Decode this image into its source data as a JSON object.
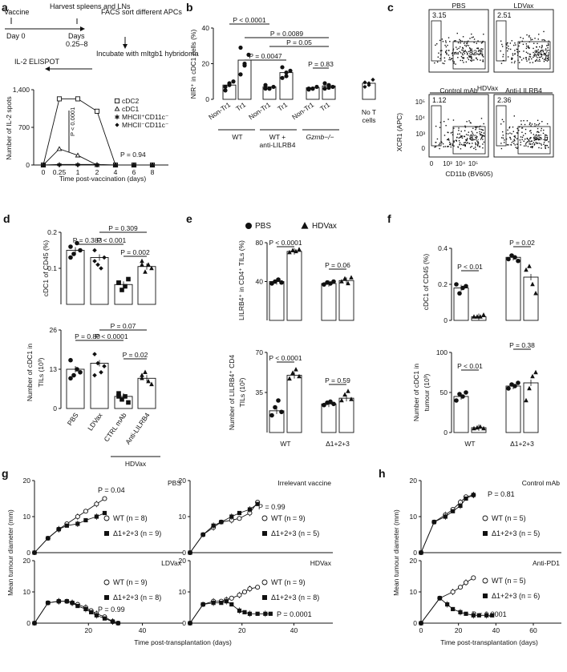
{
  "panels": {
    "a": {
      "label": "a",
      "schema": {
        "vaccine": "Vaccine",
        "day0": "Day 0",
        "harvest": "Harvest spleens and LNs",
        "days": "Days",
        "days_range": "0.25–8",
        "facs": "FACS sort different APCs",
        "incubate": "Incubate with mItgb1 hybridoma",
        "elispot": "IL-2 ELISPOT"
      },
      "pval1": "P < 0.0001",
      "pval2": "P = 0.94"
    },
    "b": {
      "label": "b",
      "pvals": [
        "P < 0.0001",
        "P = 0.0089",
        "P = 0.0047",
        "P = 0.05",
        "P = 0.83"
      ],
      "groups": [
        "WT",
        "WT + anti-LILRB4",
        "Gzmb−/−"
      ],
      "no_t": "No T cells"
    },
    "c": {
      "label": "c",
      "hdvax": "HDVax",
      "ylabel": "XCR1 (APC)",
      "xlabel": "CD11b (BV605)",
      "plots": [
        {
          "title": "PBS",
          "gate_val": "3.15",
          "other_val": "83.4"
        },
        {
          "title": "LDVax",
          "gate_val": "2.51",
          "other_val": "84.7"
        },
        {
          "title": "Control mAb",
          "gate_val": "1.12",
          "other_val": "83.7"
        },
        {
          "title": "Anti-LILRB4",
          "gate_val": "2.36",
          "other_val": "85.6"
        }
      ],
      "yticks": [
        "10⁵",
        "10⁴",
        "10³",
        "0"
      ],
      "xticks": [
        "0",
        "10³",
        "10⁴",
        "10⁵"
      ]
    },
    "d": {
      "label": "d",
      "pvals_top": [
        "P = 0.309",
        "P = 0.383",
        "P < 0.001",
        "P = 0.002"
      ],
      "pvals_bottom": [
        "P = 0.07",
        "P = 0.80",
        "P < 0.0001",
        "P = 0.02"
      ],
      "hdvax": "HDVax"
    },
    "e": {
      "label": "e",
      "legend": [
        "PBS",
        "HDVax"
      ],
      "pvals": [
        "P < 0.0001",
        "P = 0.06",
        "P < 0.0001",
        "P = 0.59"
      ]
    },
    "f": {
      "label": "f",
      "pvals": [
        "P < 0.01",
        "P = 0.02",
        "P < 0.01",
        "P = 0.38"
      ]
    },
    "g": {
      "label": "g",
      "xlabel": "Time post-transplantation (days)",
      "ylabel": "Mean tumour diameter (mm)"
    },
    "h": {
      "label": "h",
      "xlabel": "Time post-transplantation (days)",
      "ylabel": "Mean tumour diameter (mm)"
    }
  },
  "chart_data": [
    {
      "panel": "a",
      "type": "line",
      "xlabel": "Time post-vaccination (days)",
      "ylabel": "Number of IL-2 spots",
      "x": [
        0,
        0.25,
        1,
        2,
        4,
        6,
        8
      ],
      "xticks": [
        "0",
        "0.25",
        "1",
        "2",
        "4",
        "6",
        "8"
      ],
      "ylim": [
        0,
        1400
      ],
      "yticks": [
        0,
        700,
        1400
      ],
      "series": [
        {
          "name": "cDC2",
          "marker": "square-open",
          "values": [
            0,
            1230,
            1230,
            1000,
            0,
            0,
            0
          ]
        },
        {
          "name": "cDC1",
          "marker": "triangle-open",
          "values": [
            0,
            300,
            180,
            0,
            0,
            0,
            0
          ]
        },
        {
          "name": "MHCII⁺CD11c⁻",
          "marker": "star",
          "values": [
            0,
            10,
            10,
            10,
            0,
            0,
            0
          ]
        },
        {
          "name": "MHCII⁻CD11c⁻",
          "marker": "diamond",
          "values": [
            0,
            0,
            0,
            0,
            0,
            0,
            0
          ]
        }
      ]
    },
    {
      "panel": "b",
      "type": "bar",
      "ylabel": "NIR⁺ in cDC1 cells (%)",
      "ylim": [
        0,
        40
      ],
      "yticks": [
        0,
        20,
        40
      ],
      "categories": [
        "Non-Tr1",
        "Tr1",
        "Non-Tr1",
        "Tr1",
        "Non-Tr1",
        "Tr1",
        "No T cells"
      ],
      "values": [
        8,
        22,
        7,
        15,
        6.5,
        7.5,
        9
      ]
    },
    {
      "panel": "d-top",
      "type": "bar",
      "ylabel": "cDC1 of CD45 (%)",
      "ylim": [
        0,
        0.2
      ],
      "yticks": [
        0.1,
        0.2
      ],
      "categories": [
        "PBS",
        "LDVax",
        "CTRL mAb",
        "Anti-LILRB4"
      ],
      "values": [
        0.15,
        0.13,
        0.055,
        0.105
      ]
    },
    {
      "panel": "d-bottom",
      "type": "bar",
      "ylabel": "Number of cDC1 in TILs (10³)",
      "ylim": [
        0,
        26
      ],
      "yticks": [
        0,
        13,
        26
      ],
      "categories": [
        "PBS",
        "LDVax",
        "CTRL mAb",
        "Anti-LILRB4"
      ],
      "values": [
        13,
        15,
        4,
        10
      ]
    },
    {
      "panel": "e-top",
      "type": "bar",
      "ylabel": "LILRB4⁺ in CD4⁺ TILs (%)",
      "ylim": [
        0,
        80
      ],
      "yticks": [
        40,
        80
      ],
      "categories": [
        "WT",
        "Δ1+2+3"
      ],
      "series": [
        {
          "name": "PBS",
          "values": [
            40,
            38
          ]
        },
        {
          "name": "HDVax",
          "values": [
            71,
            41
          ]
        }
      ]
    },
    {
      "panel": "e-bottom",
      "type": "bar",
      "ylabel": "Number of LILRB4⁺ CD4 TILs (10²)",
      "ylim": [
        0,
        70
      ],
      "yticks": [
        35,
        70
      ],
      "categories": [
        "WT",
        "Δ1+2+3"
      ],
      "series": [
        {
          "name": "PBS",
          "values": [
            19,
            25
          ]
        },
        {
          "name": "HDVax",
          "values": [
            50,
            30
          ]
        }
      ]
    },
    {
      "panel": "f-top",
      "type": "bar",
      "ylabel": "cDC1 of CD45 (%)",
      "ylim": [
        0,
        0.4
      ],
      "yticks": [
        0,
        0.2,
        0.4
      ],
      "categories": [
        "WT",
        "Δ1+2+3"
      ],
      "series": [
        {
          "name": "PBS",
          "values": [
            0.18,
            0.35
          ]
        },
        {
          "name": "HDVax",
          "values": [
            0.02,
            0.24
          ]
        }
      ]
    },
    {
      "panel": "f-bottom",
      "type": "bar",
      "ylabel": "Number of cDC1 in tumour (10³)",
      "ylim": [
        0,
        100
      ],
      "yticks": [
        0,
        50,
        100
      ],
      "xticks": [
        "WT",
        "Δ1+2+3"
      ],
      "series": [
        {
          "name": "PBS",
          "values": [
            45,
            58
          ]
        },
        {
          "name": "HDVax",
          "values": [
            6,
            62
          ]
        }
      ]
    },
    {
      "panel": "g-pbs",
      "type": "line",
      "title": "PBS",
      "pval": "P = 0.04",
      "ylim": [
        0,
        20
      ],
      "xlim": [
        0,
        55
      ],
      "series": [
        {
          "name": "WT (n = 8)",
          "marker": "circle-open",
          "x": [
            0,
            5,
            9,
            12,
            16,
            19,
            23,
            26
          ],
          "values": [
            0,
            4,
            6.5,
            8,
            10,
            11.5,
            13.5,
            15
          ]
        },
        {
          "name": "Δ1+2+3 (n = 9)",
          "marker": "square",
          "x": [
            0,
            5,
            9,
            12,
            16,
            19,
            23,
            26
          ],
          "values": [
            0,
            4,
            6.5,
            7.5,
            8,
            9,
            10,
            11
          ]
        }
      ]
    },
    {
      "panel": "g-irr",
      "type": "line",
      "title": "Irrelevant vaccine",
      "pval": "P = 0.99",
      "ylim": [
        0,
        20
      ],
      "xlim": [
        0,
        55
      ],
      "series": [
        {
          "name": "WT (n = 9)",
          "marker": "circle-open",
          "x": [
            0,
            5,
            9,
            12,
            16,
            19,
            23,
            26
          ],
          "values": [
            0,
            5,
            7,
            8.5,
            9,
            9.5,
            11,
            14
          ]
        },
        {
          "name": "Δ1+2+3 (n = 5)",
          "marker": "square",
          "x": [
            0,
            5,
            9,
            12,
            16,
            19,
            23,
            26
          ],
          "values": [
            0,
            5,
            7.5,
            8.5,
            10,
            11,
            12,
            13.5
          ]
        }
      ]
    },
    {
      "panel": "g-ld",
      "type": "line",
      "title": "LDVax",
      "pval": "P = 0.99",
      "ylim": [
        0,
        20
      ],
      "xticks": [
        20,
        40
      ],
      "series": [
        {
          "name": "WT (n = 9)",
          "marker": "circle-open",
          "x": [
            0,
            5,
            9,
            12,
            14,
            16,
            19,
            21,
            23,
            26,
            29,
            31
          ],
          "values": [
            0,
            6.5,
            7,
            7,
            6.5,
            6,
            5,
            4,
            3,
            2,
            0.5,
            0
          ]
        },
        {
          "name": "Δ1+2+3 (n = 8)",
          "marker": "square",
          "x": [
            0,
            5,
            9,
            12,
            14,
            16,
            19,
            21,
            23,
            26,
            29,
            31
          ],
          "values": [
            0,
            6.5,
            7,
            7,
            6.5,
            5.5,
            4.5,
            3.5,
            2.5,
            1.5,
            0.5,
            0
          ]
        }
      ]
    },
    {
      "panel": "g-hd",
      "type": "line",
      "title": "HDVax",
      "pval": "P = 0.0001",
      "ylim": [
        0,
        20
      ],
      "xticks": [
        20,
        40
      ],
      "series": [
        {
          "name": "WT (n = 9)",
          "marker": "circle-open",
          "x": [
            0,
            5,
            9,
            12,
            14,
            16,
            19,
            21,
            23,
            26
          ],
          "values": [
            0,
            6,
            7,
            7,
            7.5,
            8,
            9,
            10,
            11,
            11.5
          ]
        },
        {
          "name": "Δ1+2+3 (n = 8)",
          "marker": "square",
          "x": [
            0,
            5,
            9,
            12,
            14,
            16,
            19,
            21,
            23,
            26,
            29,
            31
          ],
          "values": [
            0,
            6,
            6.5,
            6.5,
            7,
            6,
            4,
            3.5,
            3,
            3,
            3,
            3
          ]
        }
      ]
    },
    {
      "panel": "h-ctrl",
      "type": "line",
      "title": "Control mAb",
      "pval": "P = 0.81",
      "ylim": [
        0,
        20
      ],
      "xlim": [
        0,
        75
      ],
      "series": [
        {
          "name": "WT (n = 5)",
          "marker": "circle-open",
          "x": [
            0,
            7,
            13,
            17,
            21,
            24,
            28
          ],
          "values": [
            0,
            8.5,
            10.5,
            12,
            14,
            15.5,
            16
          ]
        },
        {
          "name": "Δ1+2+3 (n = 5)",
          "marker": "square",
          "x": [
            0,
            7,
            13,
            17,
            21,
            24,
            28
          ],
          "values": [
            0,
            8.5,
            10,
            11.5,
            13,
            15,
            16
          ]
        }
      ]
    },
    {
      "panel": "h-pd1",
      "type": "line",
      "title": "Anti-PD1",
      "pval": "P = 0.0001",
      "ylim": [
        0,
        20
      ],
      "xticks": [
        0,
        20,
        40,
        60
      ],
      "series": [
        {
          "name": "WT (n = 5)",
          "marker": "circle-open",
          "x": [
            0,
            10,
            17,
            21,
            24,
            28
          ],
          "values": [
            0,
            8,
            10,
            11.5,
            13,
            14.5
          ]
        },
        {
          "name": "Δ1+2+3 (n = 6)",
          "marker": "square",
          "x": [
            0,
            10,
            14,
            17,
            21,
            24,
            28,
            31,
            35,
            38
          ],
          "values": [
            0,
            8,
            6,
            4.5,
            3.5,
            3,
            2.5,
            2.5,
            2.5,
            2.5
          ]
        }
      ]
    }
  ]
}
